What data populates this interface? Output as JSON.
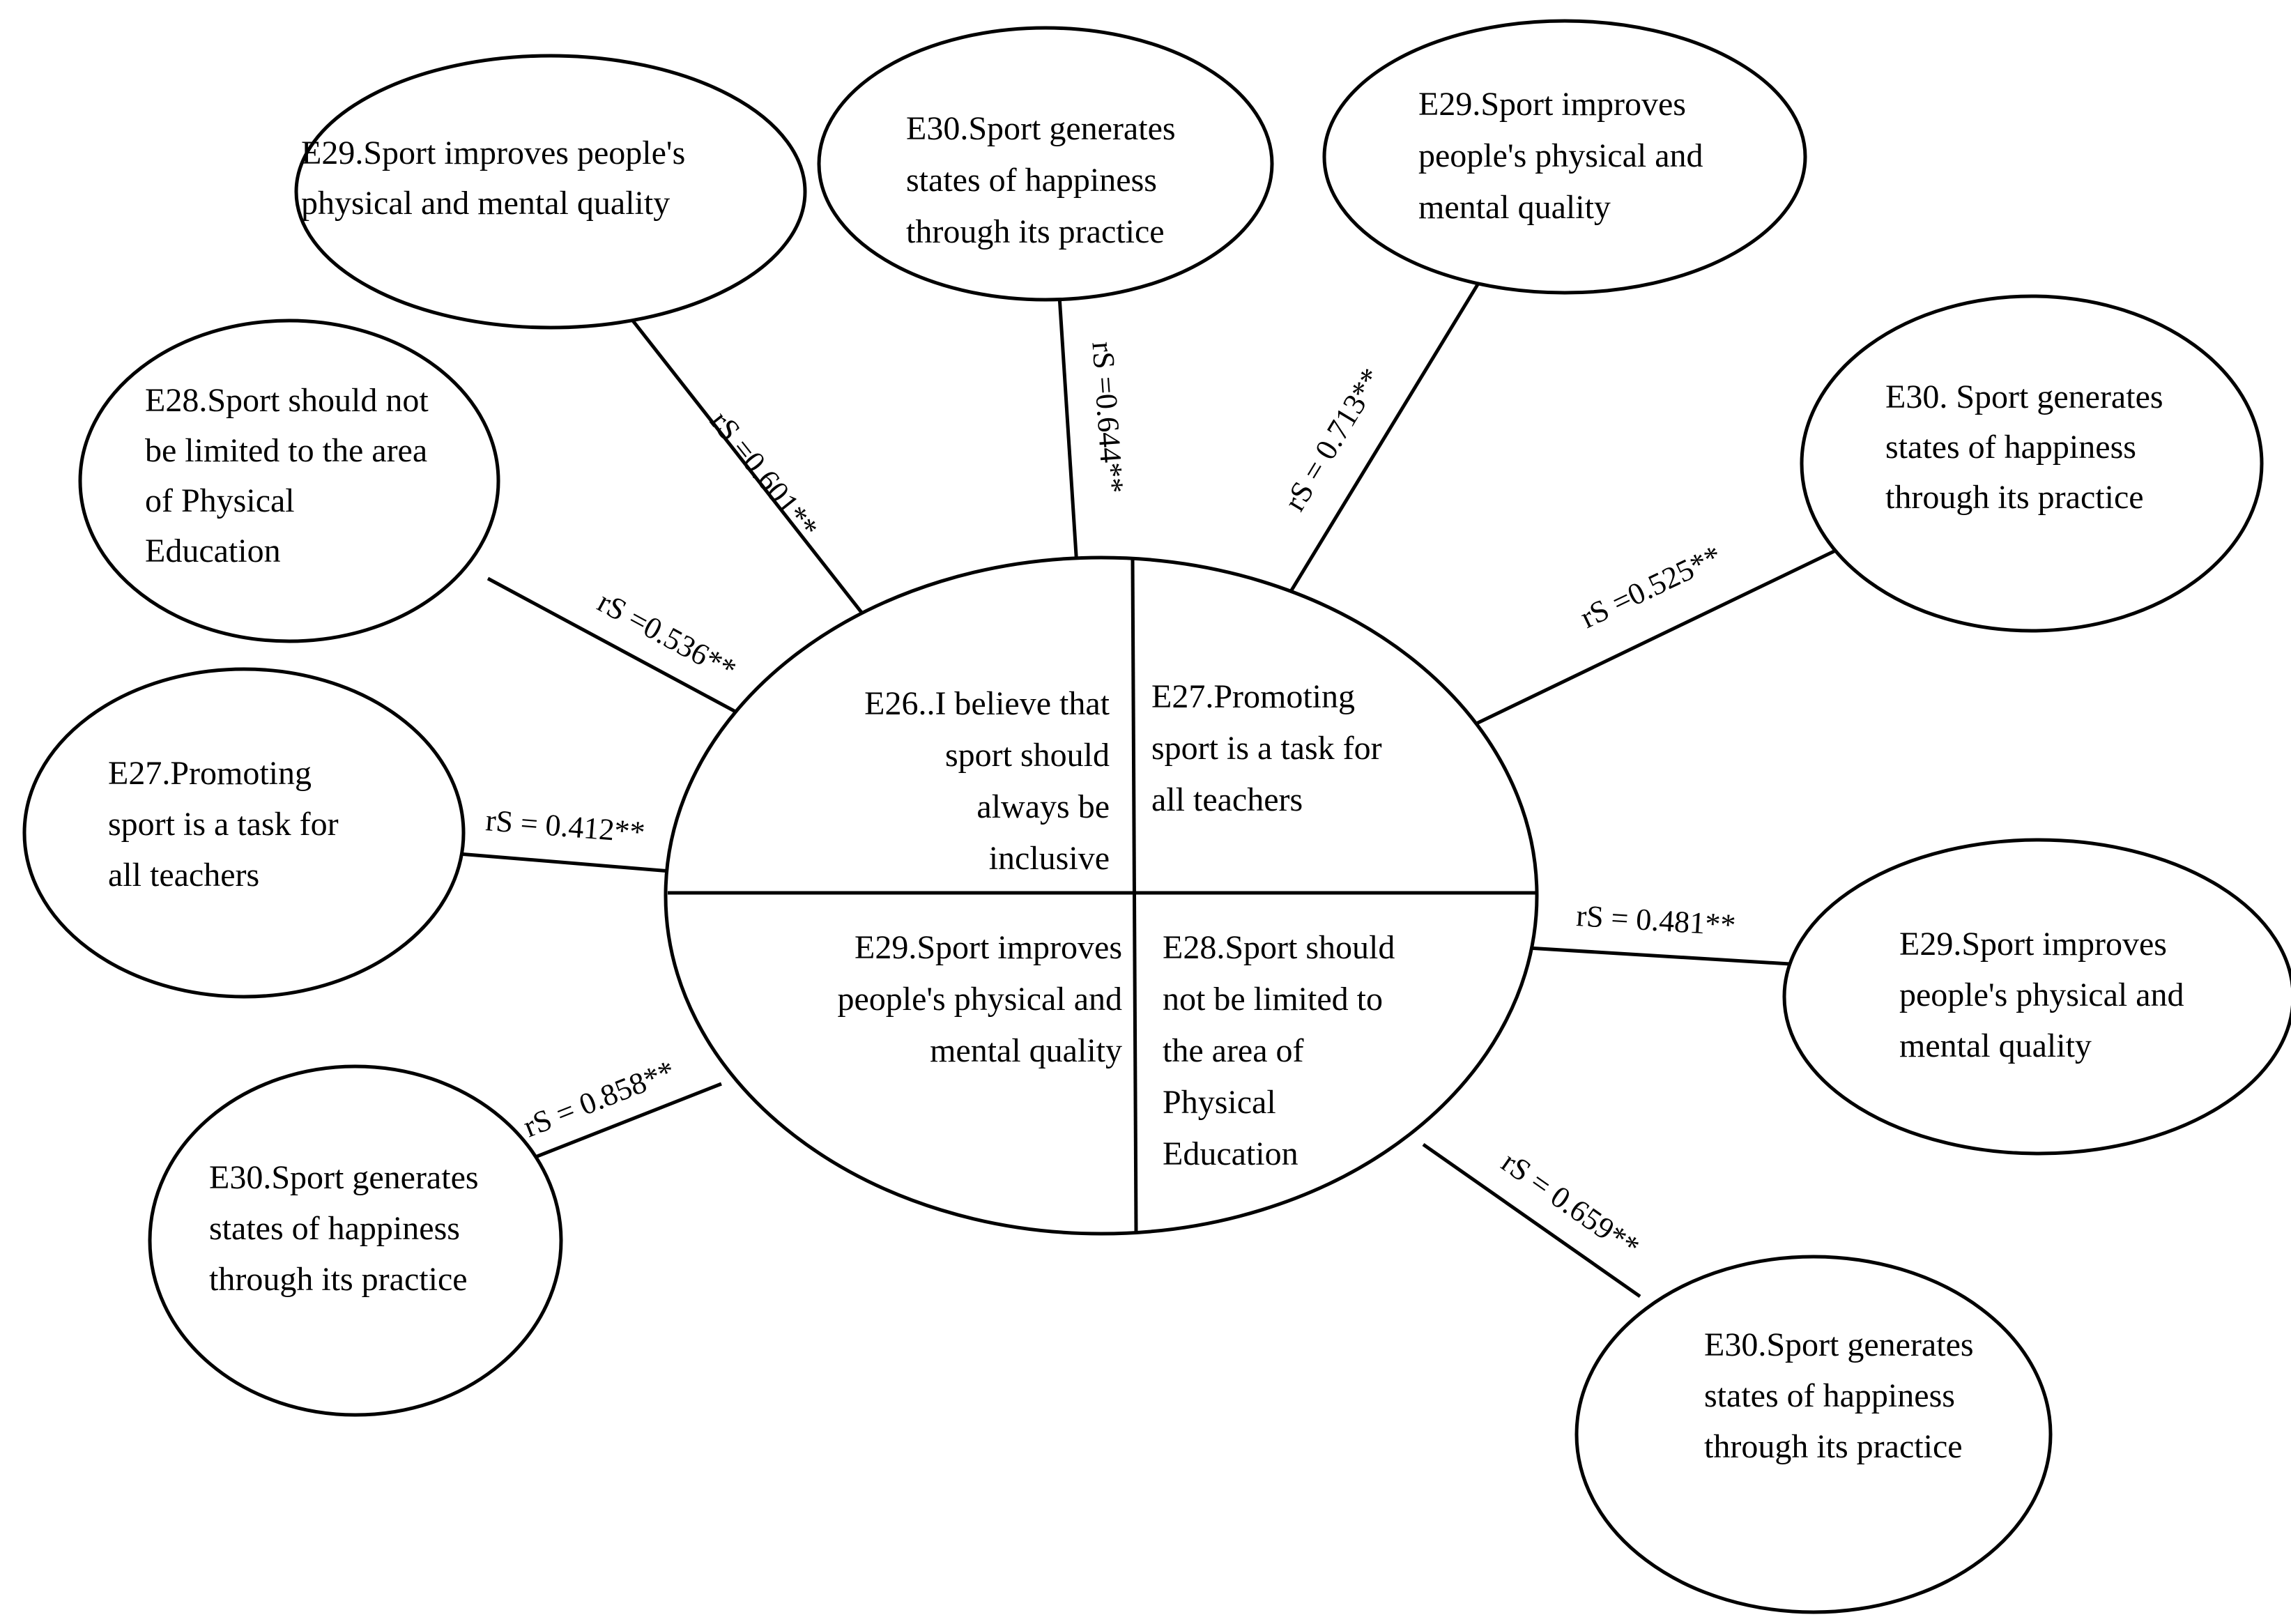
{
  "center": {
    "quadrants": {
      "tl": [
        "E26..I believe that",
        "sport should",
        "always be",
        "inclusive"
      ],
      "tr": [
        "E27.Promoting",
        "sport is a task for",
        "all teachers"
      ],
      "bl": [
        "E29.Sport improves",
        "people's physical and",
        "mental quality"
      ],
      "br": [
        "E28.Sport should",
        "not be limited to",
        "the area of",
        "Physical",
        "Education"
      ]
    }
  },
  "nodes": [
    {
      "id": "n1",
      "lines": [
        "E29.Sport improves people's",
        "physical and mental quality"
      ],
      "rs": "rS =0.601**"
    },
    {
      "id": "n2",
      "lines": [
        "E30.Sport generates",
        "states of happiness",
        "through its practice"
      ],
      "rs": "rS =0.644**"
    },
    {
      "id": "n3",
      "lines": [
        "E29.Sport improves",
        "people's physical and",
        "mental quality"
      ],
      "rs": "rS = 0.713**"
    },
    {
      "id": "n4",
      "lines": [
        "E28.Sport should not",
        "be limited to the area",
        "of Physical",
        "Education"
      ],
      "rs": "rS =0.536**"
    },
    {
      "id": "n5",
      "lines": [
        "E30. Sport generates",
        "states of happiness",
        "through its practice"
      ],
      "rs": "rS =0.525**"
    },
    {
      "id": "n6",
      "lines": [
        "E27.Promoting",
        "sport is a task for",
        "all teachers"
      ],
      "rs": "rS = 0.412**"
    },
    {
      "id": "n7",
      "lines": [
        "E29.Sport improves",
        "people's physical and",
        "mental quality"
      ],
      "rs": "rS = 0.481**"
    },
    {
      "id": "n8",
      "lines": [
        "E30.Sport generates",
        "states of happiness",
        "through its practice"
      ],
      "rs": "rS = 0.858**"
    },
    {
      "id": "n9",
      "lines": [
        "E30.Sport generates",
        "states of happiness",
        "through its practice"
      ],
      "rs": "rS = 0.659**"
    }
  ]
}
